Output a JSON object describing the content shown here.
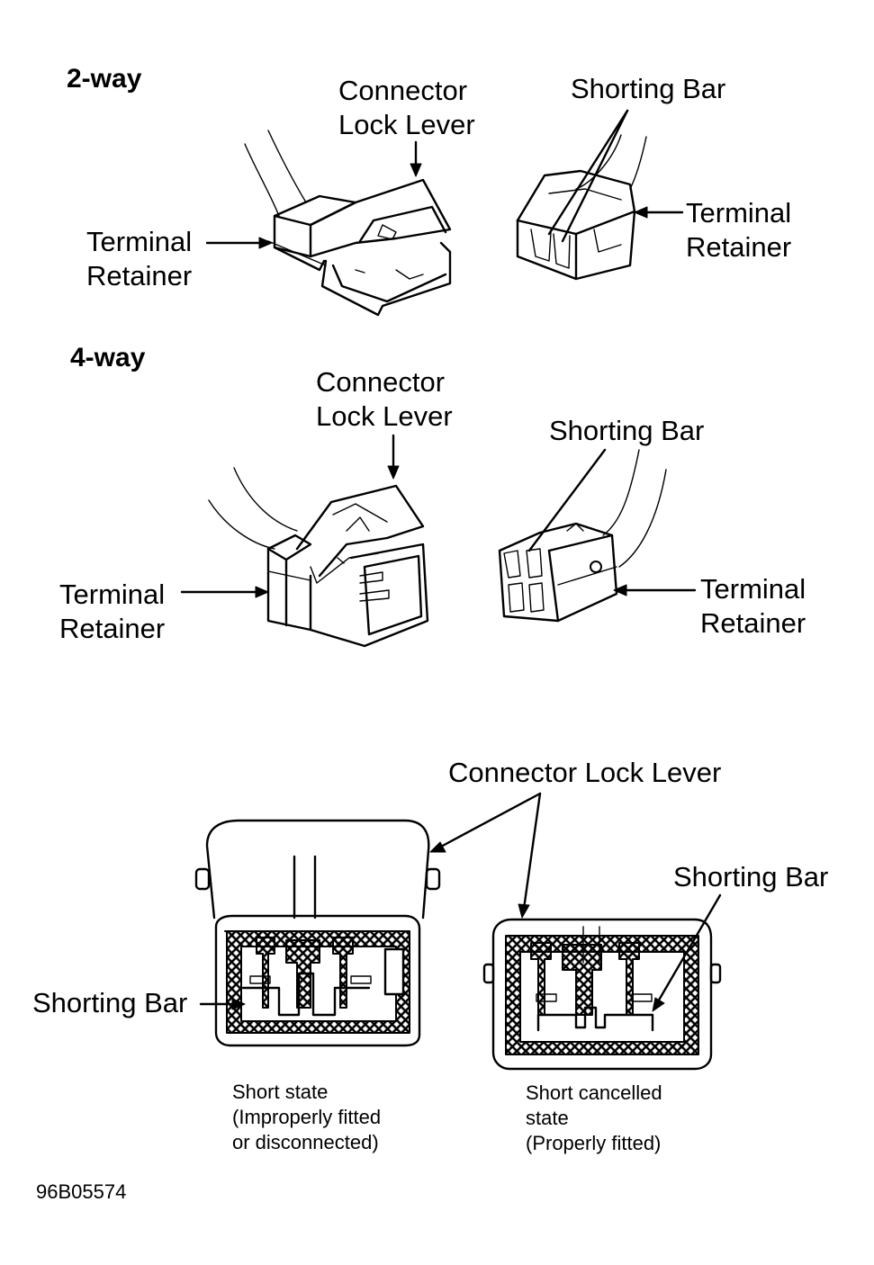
{
  "section_2way": {
    "heading": "2-way",
    "left_lever_label": [
      "Connector",
      "Lock Lever"
    ],
    "left_retainer_label": [
      "Terminal",
      "Retainer"
    ],
    "right_shorting_label": "Shorting Bar",
    "right_retainer_label": [
      "Terminal",
      "Retainer"
    ]
  },
  "section_4way": {
    "heading": "4-way",
    "left_lever_label": [
      "Connector",
      "Lock Lever"
    ],
    "left_retainer_label": [
      "Terminal",
      "Retainer"
    ],
    "right_shorting_label": "Shorting Bar",
    "right_retainer_label": [
      "Terminal",
      "Retainer"
    ]
  },
  "section_states": {
    "lock_lever_label": "Connector Lock Lever",
    "left_shorting_label": "Shorting Bar",
    "right_shorting_label": "Shorting Bar",
    "left_caption": [
      "Short state",
      "(Improperly fitted",
      "or disconnected)"
    ],
    "right_caption": [
      "Short cancelled",
      "state",
      "(Properly fitted)"
    ]
  },
  "figure_id": "96B05574"
}
